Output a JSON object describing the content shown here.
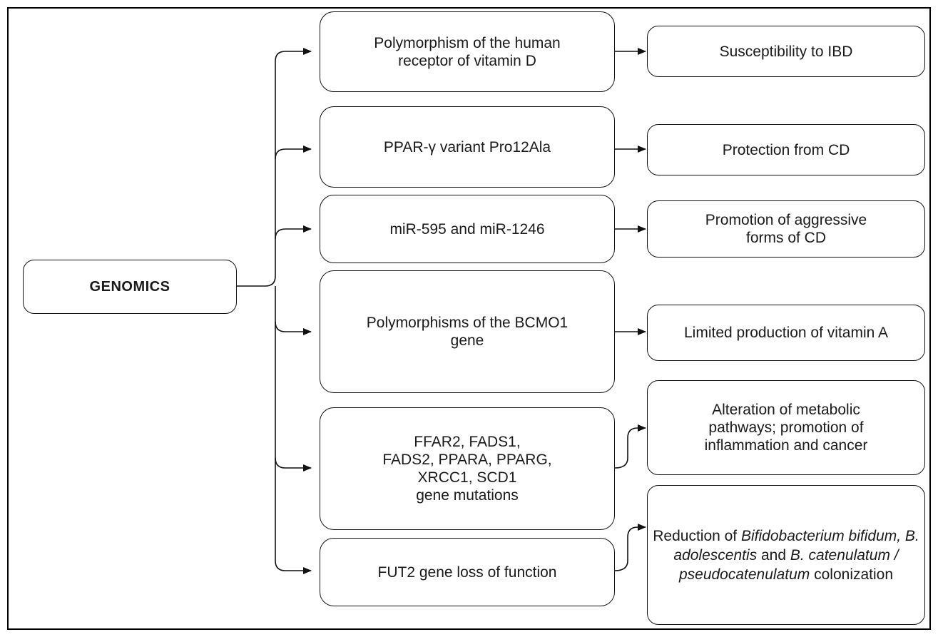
{
  "root": {
    "label": "GENOMICS"
  },
  "branches": [
    {
      "cause": "Polymorphism of the human\nreceptor of vitamin D",
      "effect": "Susceptibility to IBD"
    },
    {
      "cause": "PPAR-γ variant Pro12Ala",
      "effect": "Protection from CD"
    },
    {
      "cause": "miR-595 and miR-1246",
      "effect": "Promotion of aggressive\nforms of CD"
    },
    {
      "cause": "Polymorphisms of the BCMO1\ngene",
      "effect": "Limited production of vitamin A"
    },
    {
      "cause": "FFAR2, FADS1,\nFADS2, PPARA, PPARG,\nXRCC1, SCD1\ngene mutations",
      "effect": "Alteration of metabolic\npathways; promotion of\ninflammation and cancer"
    },
    {
      "cause": "FUT2 gene loss of function",
      "effect_parts": {
        "prefix": "Reduction of ",
        "italic1": "Bifidobacterium bifidum, B. adolescentis",
        "mid": " and ",
        "italic2": "B. catenulatum / pseudocatenulatum",
        "suffix": " colonization"
      }
    }
  ]
}
